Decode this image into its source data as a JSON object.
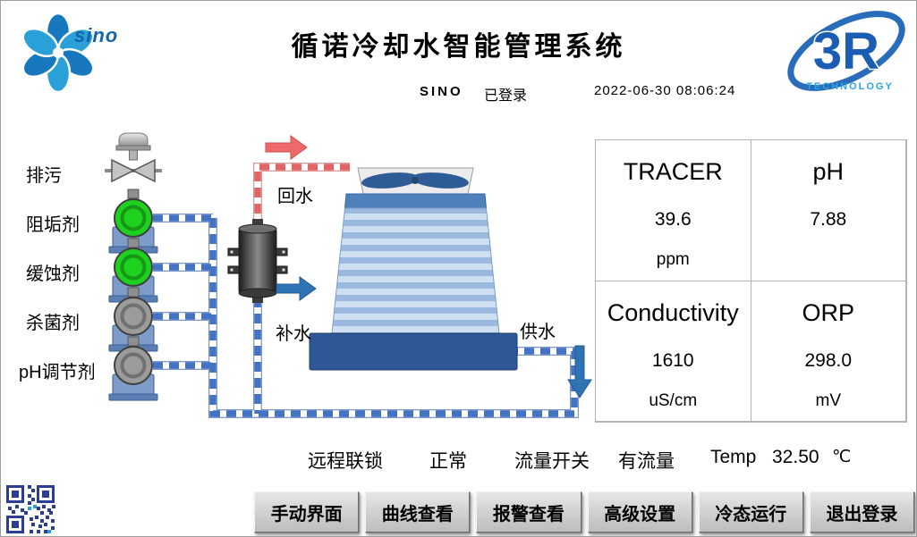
{
  "header": {
    "title": "循诺冷却水智能管理系统",
    "user": "SINO",
    "login_status": "已登录",
    "datetime": "2022-06-30  08:06:24",
    "sino_logo_text": "sino",
    "r3_logo_text": "3R",
    "r3_logo_subtext": "TECHNOLOGY"
  },
  "diagram": {
    "drain_label": "排污",
    "scale_inhibitor_label": "阻垢剂",
    "corrosion_inhibitor_label": "缓蚀剂",
    "biocide_label": "杀菌剂",
    "ph_adjuster_label": "pH调节剂",
    "return_water_label": "回水",
    "makeup_water_label": "补水",
    "supply_water_label": "供水"
  },
  "readings": [
    {
      "name": "TRACER",
      "value": "39.6",
      "unit": "ppm"
    },
    {
      "name": "pH",
      "value": "7.88",
      "unit": ""
    },
    {
      "name": "Conductivity",
      "value": "1610",
      "unit": "uS/cm"
    },
    {
      "name": "ORP",
      "value": "298.0",
      "unit": "mV"
    }
  ],
  "status": {
    "interlock_label": "远程联锁",
    "interlock_value": "正常",
    "flow_switch_label": "流量开关",
    "flow_switch_value": "有流量",
    "temp_label": "Temp",
    "temp_value": "32.50",
    "temp_unit": "℃"
  },
  "buttons": [
    "手动界面",
    "曲线查看",
    "报警查看",
    "高级设置",
    "冷态运行",
    "退出登录"
  ],
  "colors": {
    "pipe_blue": "#4472c4",
    "pipe_red": "#e06666",
    "pump_active": "#1fd11f",
    "pump_inactive": "#9b9b9b",
    "basin_blue": "#2d5797",
    "logo_blue": "#1a5db3",
    "logo_cyan": "#2aa6df"
  }
}
